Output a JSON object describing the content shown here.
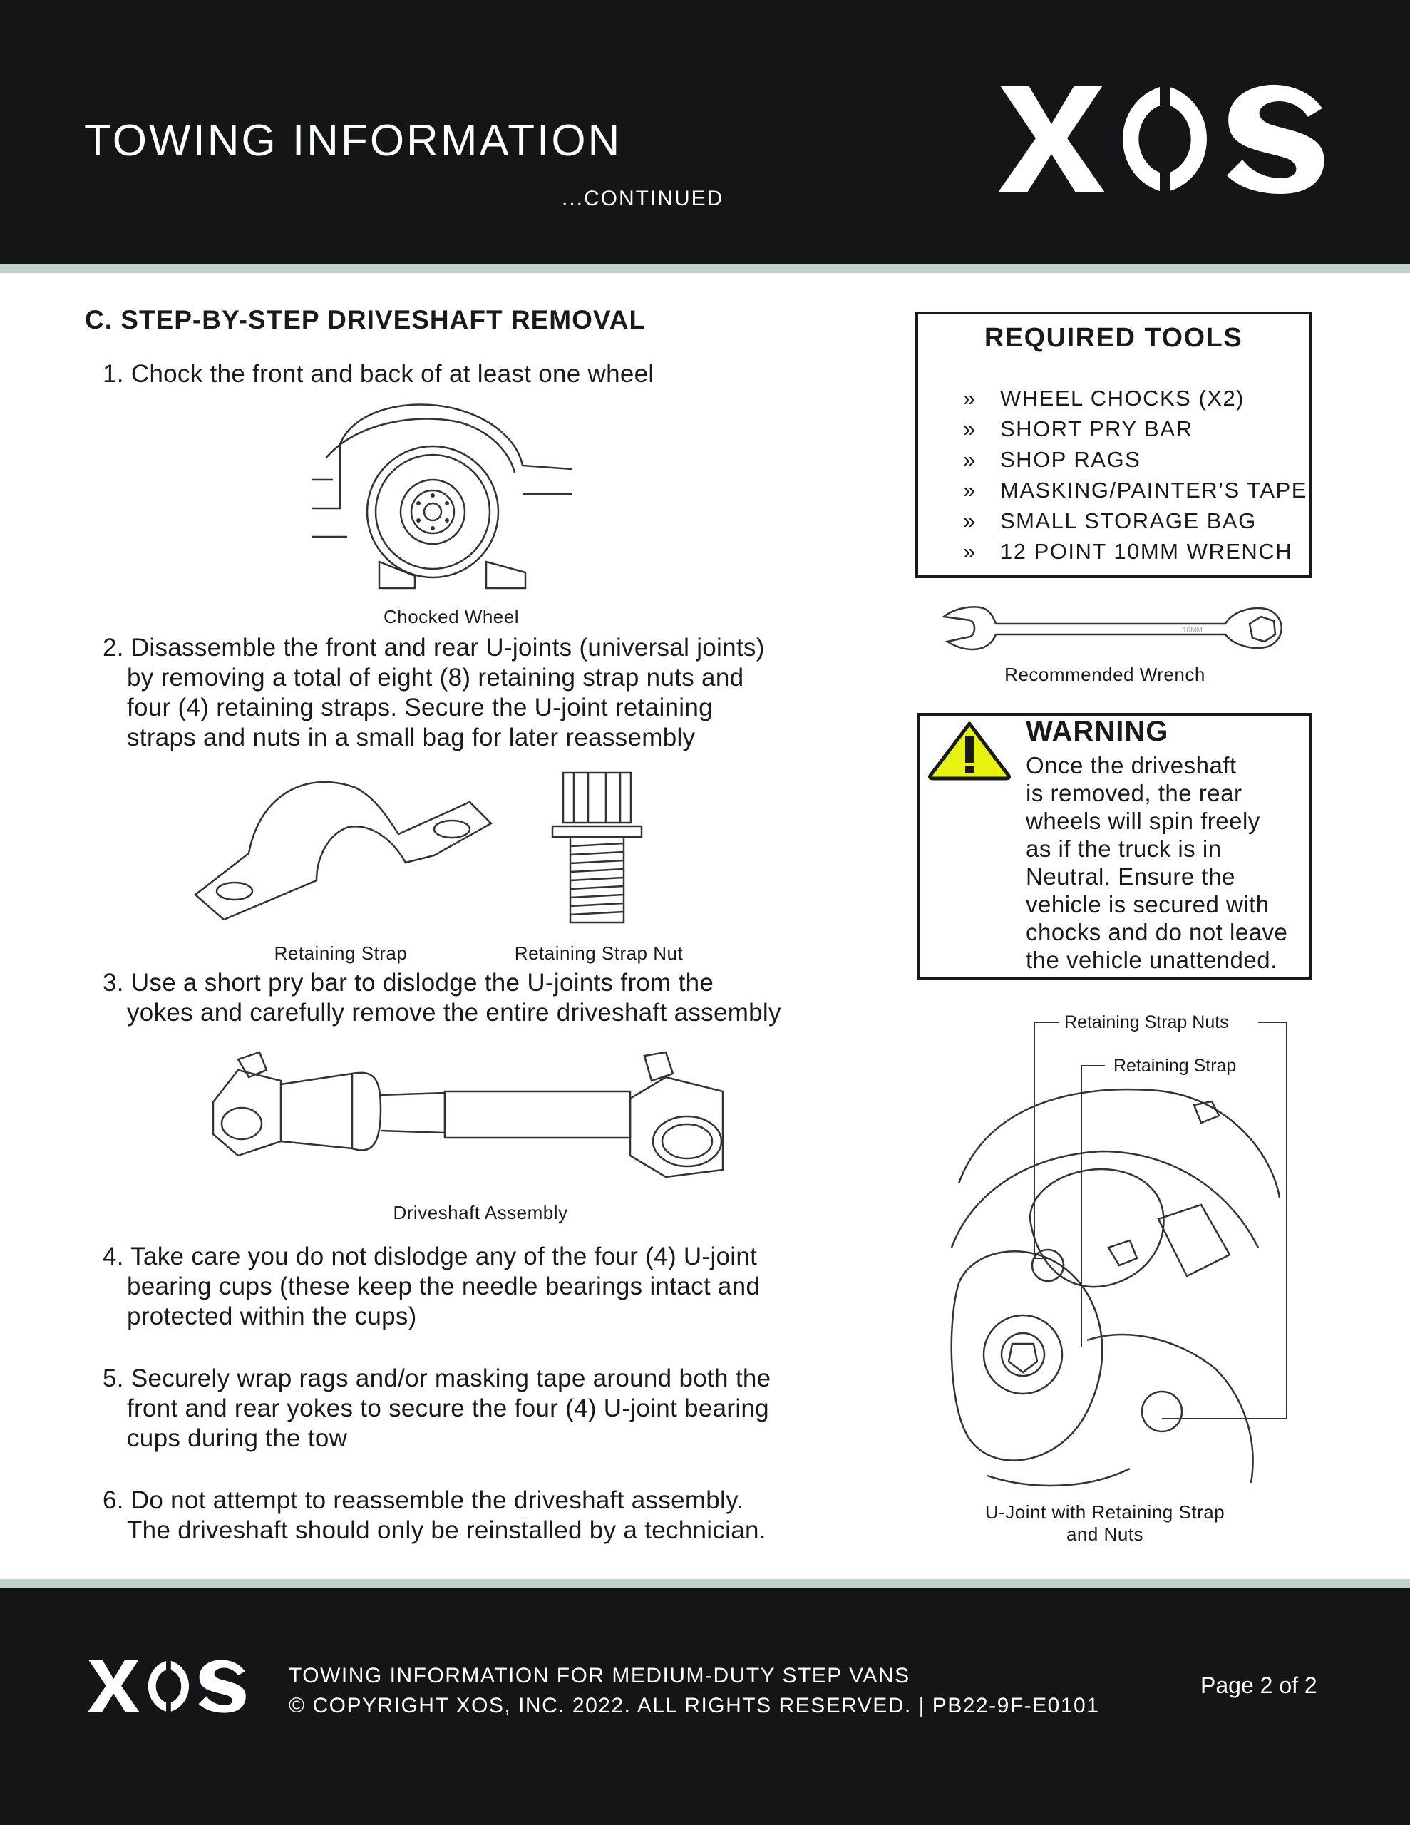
{
  "header": {
    "title": "TOWING INFORMATION",
    "subtitle": "...CONTINUED",
    "logo": "XOS"
  },
  "section": {
    "heading": "C. STEP-BY-STEP DRIVESHAFT REMOVAL",
    "steps": [
      {
        "lines": [
          "1. Chock the front and back of at least one wheel"
        ]
      },
      {
        "lines": [
          "2.  Disassemble the front and rear U-joints (universal joints)",
          "by removing a total of eight (8) retaining strap nuts and",
          "four (4) retaining straps. Secure the U-joint retaining",
          "straps and nuts in a small bag for later reassembly"
        ]
      },
      {
        "lines": [
          "3.  Use a short pry bar to dislodge the U-joints from the",
          "yokes and carefully remove the entire driveshaft assembly"
        ]
      },
      {
        "lines": [
          "4. Take care you do not dislodge any of the four (4) U-joint",
          "bearing cups (these keep the needle bearings intact and",
          "protected within the cups)"
        ]
      },
      {
        "lines": [
          "5.  Securely wrap rags and/or masking tape around both the",
          "front and rear yokes to secure the four (4) U-joint bearing",
          "cups during the tow"
        ]
      },
      {
        "lines": [
          "6.  Do not attempt to reassemble the driveshaft assembly.",
          "The driveshaft should only be reinstalled by a technician."
        ]
      }
    ],
    "captions": {
      "wheel": "Chocked Wheel",
      "strap": "Retaining Strap",
      "nut": "Retaining Strap Nut",
      "driveshaft": "Driveshaft Assembly"
    }
  },
  "tools": {
    "title": "REQUIRED TOOLS",
    "bullet": "»",
    "items": [
      "WHEEL CHOCKS (X2)",
      "SHORT PRY BAR",
      "SHOP RAGS",
      "MASKING/PAINTER’S TAPE",
      "SMALL STORAGE BAG",
      "12 POINT 10MM WRENCH"
    ],
    "wrench_mark": "10MM",
    "wrench_caption": "Recommended Wrench"
  },
  "warning": {
    "icon": "warning-triangle-icon",
    "color": "#e6f20f",
    "title": "WARNING",
    "lines": [
      "Once the driveshaft",
      "is removed, the rear",
      "wheels will spin freely",
      "as if the truck is in",
      "Neutral. Ensure the",
      "vehicle is secured with",
      "chocks and do not leave",
      "the vehicle unattended."
    ]
  },
  "ujoint": {
    "label_nuts": "Retaining Strap Nuts",
    "label_strap": "Retaining Strap",
    "caption_lines": [
      "U-Joint with Retaining Strap",
      "and Nuts"
    ]
  },
  "footer": {
    "logo": "XOS",
    "line1": "TOWING INFORMATION FOR MEDIUM-DUTY STEP VANS",
    "line2": "© COPYRIGHT XOS, INC. 2022. ALL RIGHTS RESERVED. | PB22-9F-E0101",
    "page": "Page 2 of 2"
  }
}
